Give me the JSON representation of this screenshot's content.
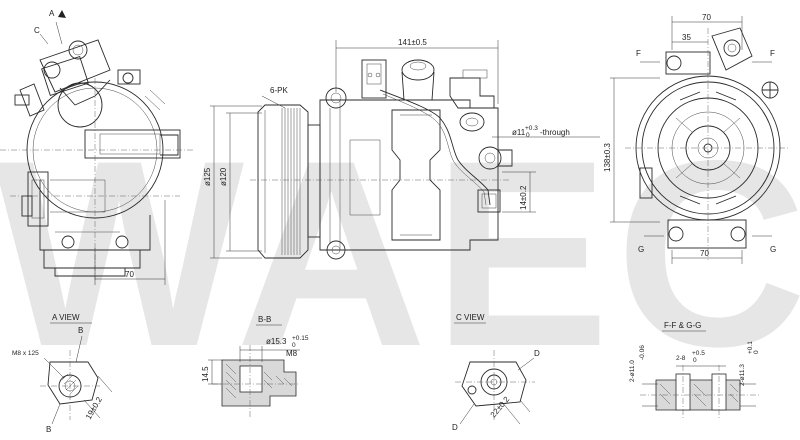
{
  "watermark": {
    "text": "WAECO",
    "color": "#e4e4e4"
  },
  "section_labels": {
    "a": "A",
    "c": "C",
    "f": "F",
    "g": "G",
    "b": "B",
    "d": "D"
  },
  "views": {
    "a_view": "A VIEW",
    "b_b": "B-B",
    "c_view": "C VIEW",
    "ff_gg": "F-F & G-G"
  },
  "dimensions": {
    "width_70_left": "70",
    "width_141": "141±0.5",
    "belt": "6-PK",
    "dia_125": "ø125",
    "dia_120": "ø120",
    "hole_11": "ø11",
    "hole_11_tol": "+0.3",
    "hole_11_tol0": "0",
    "hole_through": "-through",
    "dim_14": "14±0.2",
    "width_70_top": "70",
    "width_35": "35",
    "height_138": "138±0.3",
    "width_70_bottom": "70",
    "thread_m8_a": "M8 x 125",
    "dim_19": "19±0.2",
    "dia_15_3": "ø15.3",
    "dia_15_3_tol": "+0.15",
    "dia_15_3_tol0": "0",
    "thread_m8_b": "M8",
    "dim_14_5": "14.5",
    "dim_22": "22±0.2",
    "dia_11_a": "2-ø11.0",
    "dia_11_a_tol": "-0.06",
    "dia_8": "2-8",
    "dia_8_tol": "+0.5",
    "dia_8_tol0": "0",
    "dia_11_b": "2-ø11.3",
    "dia_11_b_tol": "+0.1",
    "dia_11_b_tol0": "0"
  }
}
